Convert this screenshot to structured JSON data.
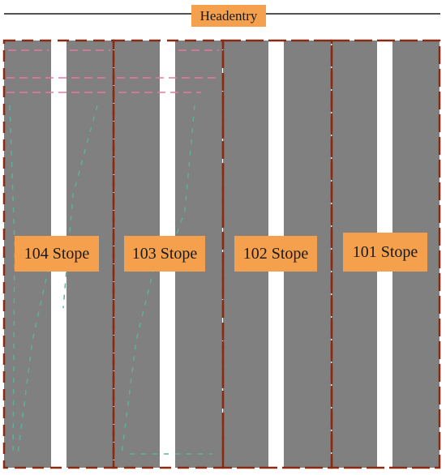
{
  "headentry_label": "Headentry",
  "stopes": [
    {
      "label": "101 Stope"
    },
    {
      "label": "102 Stope"
    },
    {
      "label": "103 Stope"
    },
    {
      "label": "104 Stope"
    }
  ],
  "colors": {
    "pillar": "#808080",
    "boundary": "#8b2a12",
    "label_bg": "#f5a04d",
    "headentry_line": "#1a1a1a",
    "trace_pink": "#e87898",
    "trace_teal": "#5fb09a"
  }
}
